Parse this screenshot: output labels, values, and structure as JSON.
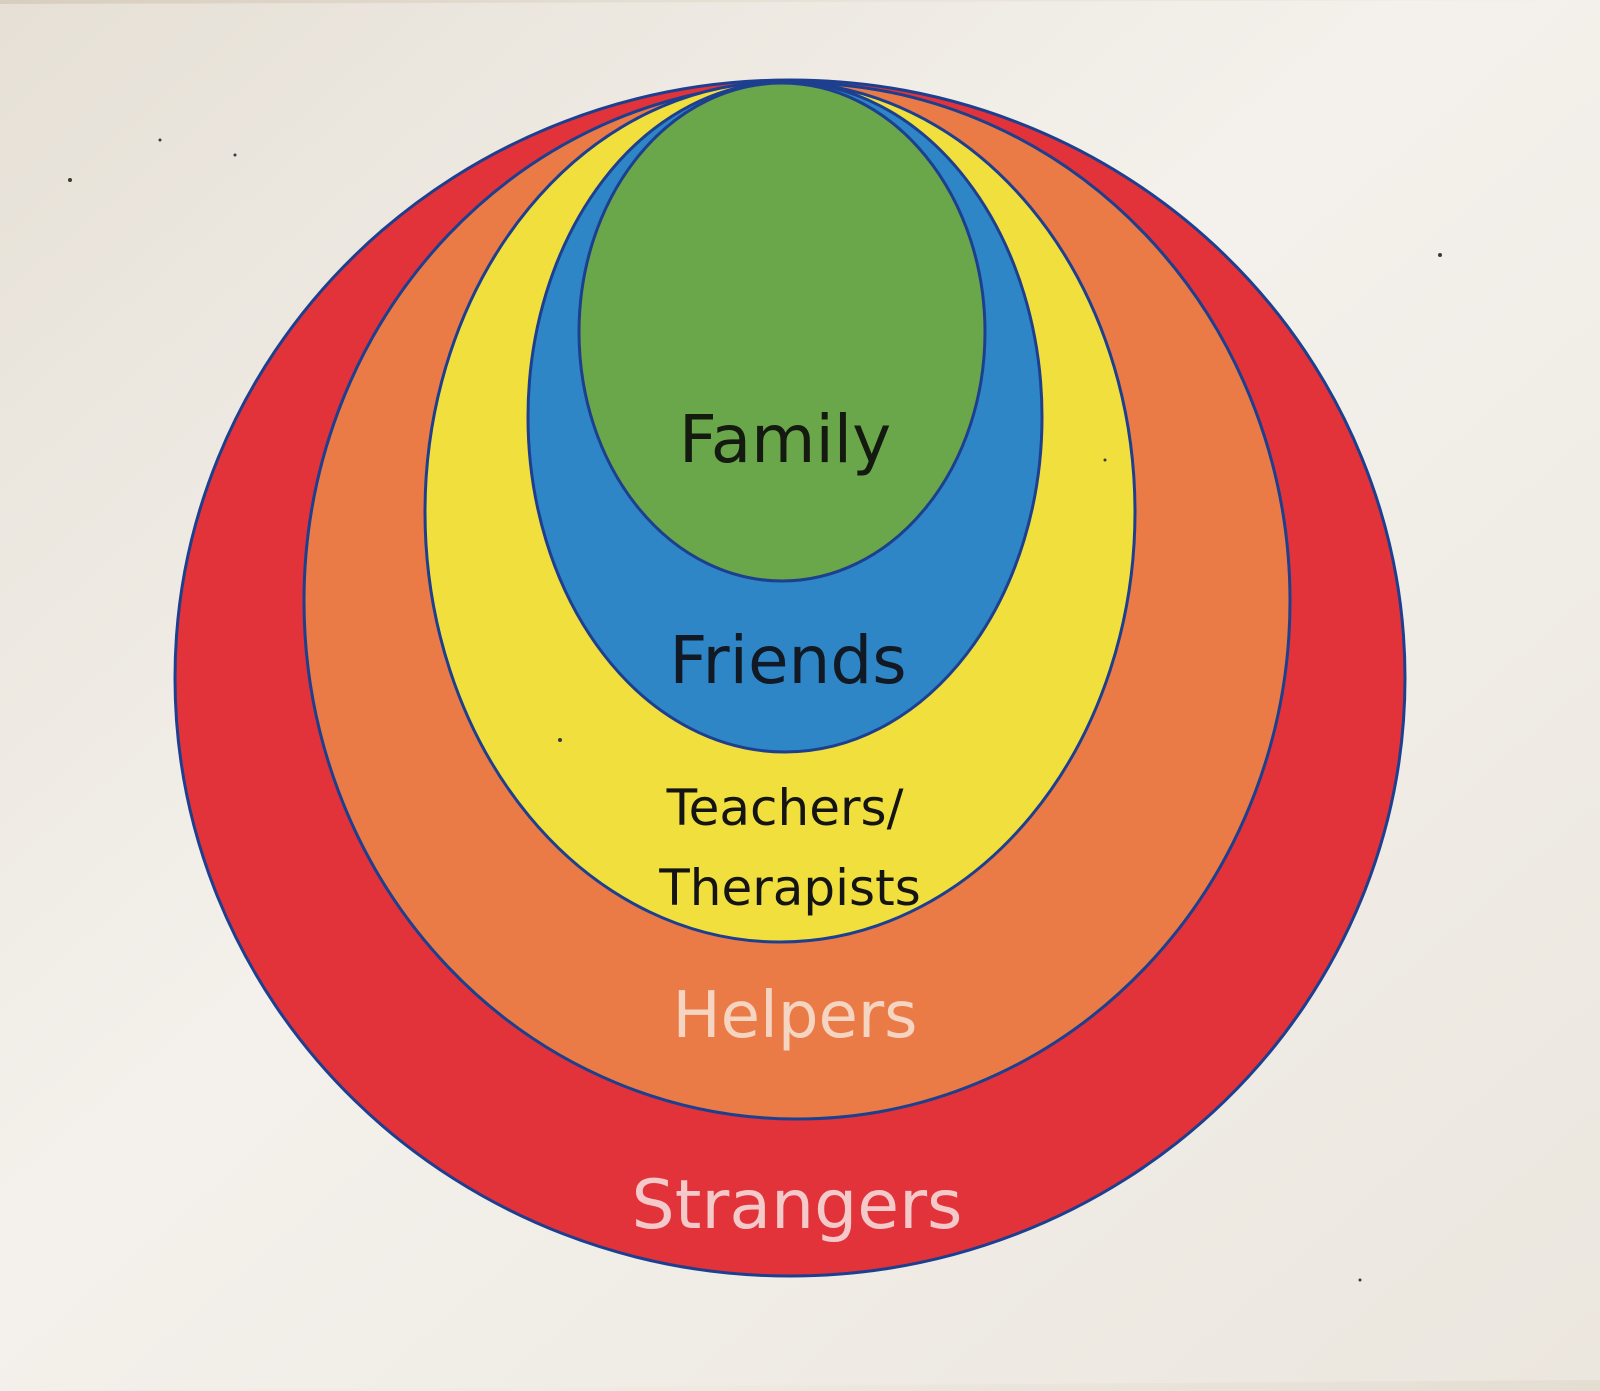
{
  "diagram": {
    "rings": [
      {
        "id": "strangers",
        "label": "Strangers",
        "fill": "#e2323a",
        "text_color": "#f4c9c9"
      },
      {
        "id": "helpers",
        "label": "Helpers",
        "fill": "#ea7b46",
        "text_color": "#f6d4c2"
      },
      {
        "id": "teachers",
        "label_line1": "Teachers/",
        "label_line2": "Therapists",
        "fill": "#f1df3e",
        "text_color": "#141414"
      },
      {
        "id": "friends",
        "label": "Friends",
        "fill": "#2f86c6",
        "text_color": "#111a24"
      },
      {
        "id": "family",
        "label": "Family",
        "fill": "#6aa64a",
        "text_color": "#141a10"
      }
    ],
    "outline_color": "#1d3f8f"
  }
}
